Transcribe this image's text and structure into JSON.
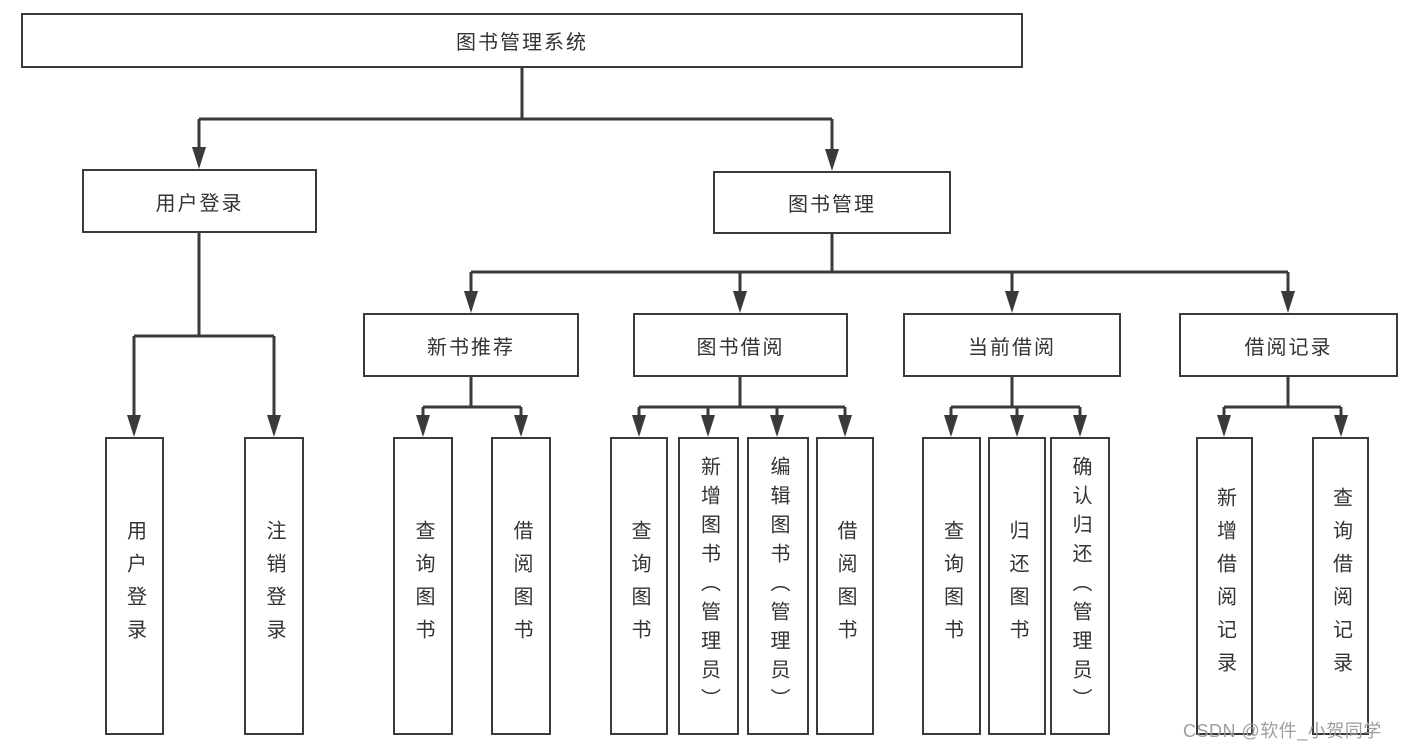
{
  "nodes": {
    "root": "图书管理系统",
    "user_login": "用户登录",
    "book_mgmt": "图书管理",
    "new_book_rec": "新书推荐",
    "book_borrow": "图书借阅",
    "current_borrow": "当前借阅",
    "borrow_records": "借阅记录",
    "leaves": [
      "用户登录",
      "注销登录",
      "查询图书",
      "借阅图书",
      "查询图书",
      "新增图书（管理员）",
      "编辑图书（管理员）",
      "借阅图书",
      "查询图书",
      "归还图书",
      "确认归还（管理员）",
      "新增借阅记录",
      "查询借阅记录"
    ]
  },
  "watermark": "CSDN @软件_小贺同学",
  "colors": {
    "line": "#3a3a3a",
    "text": "#333333",
    "watermark": "#9e9e9e",
    "background": "#ffffff"
  }
}
